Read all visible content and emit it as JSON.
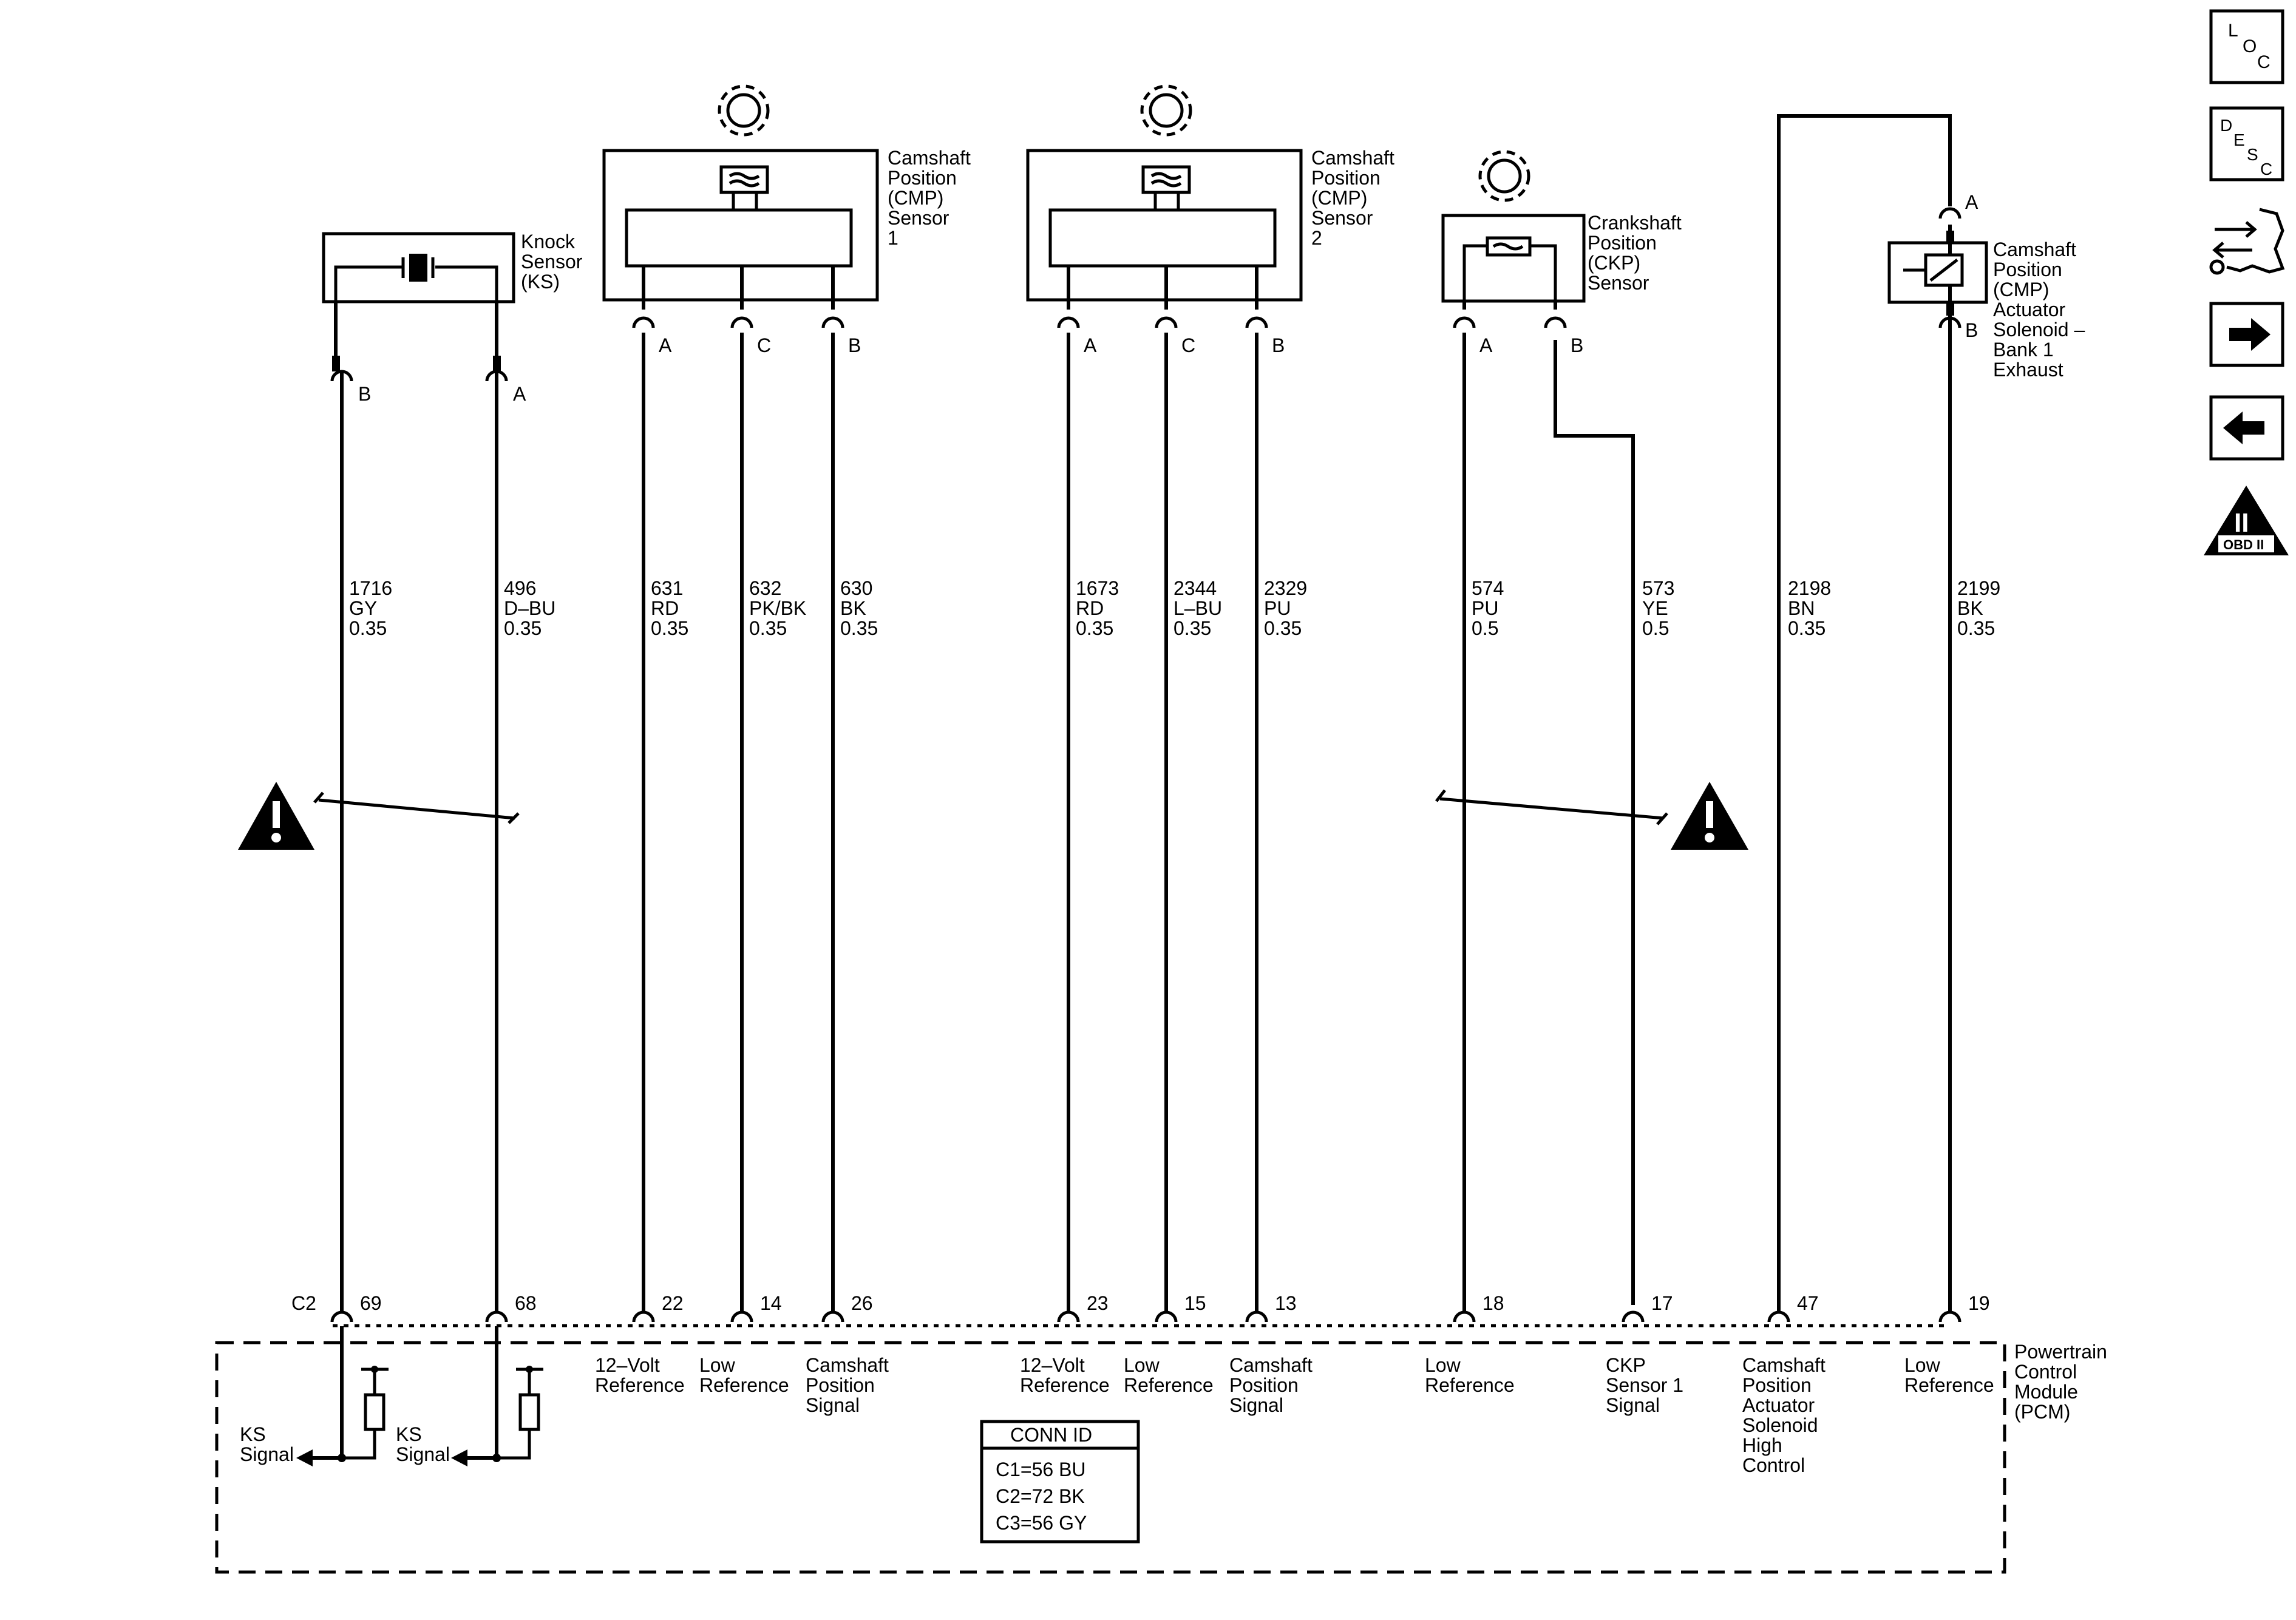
{
  "components": {
    "knock_sensor": {
      "lines": [
        "Knock",
        "Sensor",
        "(KS)"
      ]
    },
    "cmp1": {
      "lines": [
        "Camshaft",
        "Position",
        "(CMP)",
        "Sensor",
        "1"
      ]
    },
    "cmp2": {
      "lines": [
        "Camshaft",
        "Position",
        "(CMP)",
        "Sensor",
        "2"
      ]
    },
    "ckp": {
      "lines": [
        "Crankshaft",
        "Position",
        "(CKP)",
        "Sensor"
      ]
    },
    "actuator": {
      "lines": [
        "Camshaft",
        "Position",
        "(CMP)",
        "Actuator",
        "Solenoid –",
        "Bank 1",
        "Exhaust"
      ]
    },
    "pcm": {
      "lines": [
        "Powertrain",
        "Control",
        "Module",
        "(PCM)"
      ]
    }
  },
  "wires": [
    {
      "id": "ks-b",
      "pin": "B",
      "circuit": "1716",
      "color": "GY",
      "gauge": "0.35",
      "pcm_pin": "69",
      "label": []
    },
    {
      "id": "ks-a",
      "pin": "A",
      "circuit": "496",
      "color": "D–BU",
      "gauge": "0.35",
      "pcm_pin": "68",
      "label": []
    },
    {
      "id": "cmp1-a",
      "pin": "A",
      "circuit": "631",
      "color": "RD",
      "gauge": "0.35",
      "pcm_pin": "22",
      "label": [
        "12–Volt",
        "Reference"
      ]
    },
    {
      "id": "cmp1-c",
      "pin": "C",
      "circuit": "632",
      "color": "PK/BK",
      "gauge": "0.35",
      "pcm_pin": "14",
      "label": [
        "Low",
        "Reference"
      ]
    },
    {
      "id": "cmp1-b",
      "pin": "B",
      "circuit": "630",
      "color": "BK",
      "gauge": "0.35",
      "pcm_pin": "26",
      "label": [
        "Camshaft",
        "Position",
        "Signal"
      ]
    },
    {
      "id": "cmp2-a",
      "pin": "A",
      "circuit": "1673",
      "color": "RD",
      "gauge": "0.35",
      "pcm_pin": "23",
      "label": [
        "12–Volt",
        "Reference"
      ]
    },
    {
      "id": "cmp2-c",
      "pin": "C",
      "circuit": "2344",
      "color": "L–BU",
      "gauge": "0.35",
      "pcm_pin": "15",
      "label": [
        "Low",
        "Reference"
      ]
    },
    {
      "id": "cmp2-b",
      "pin": "B",
      "circuit": "2329",
      "color": "PU",
      "gauge": "0.35",
      "pcm_pin": "13",
      "label": [
        "Camshaft",
        "Position",
        "Signal"
      ]
    },
    {
      "id": "ckp-a",
      "pin": "A",
      "circuit": "574",
      "color": "PU",
      "gauge": "0.5",
      "pcm_pin": "18",
      "label": [
        "Low",
        "Reference"
      ]
    },
    {
      "id": "ckp-b",
      "pin": "B",
      "circuit": "573",
      "color": "YE",
      "gauge": "0.5",
      "pcm_pin": "17",
      "label": [
        "CKP",
        "Sensor 1",
        "Signal"
      ]
    },
    {
      "id": "act-a",
      "pin": "A",
      "circuit": "2198",
      "color": "BN",
      "gauge": "0.35",
      "pcm_pin": "47",
      "label": [
        "Camshaft",
        "Position",
        "Actuator",
        "Solenoid",
        "High",
        "Control"
      ]
    },
    {
      "id": "act-b",
      "pin": "B",
      "circuit": "2199",
      "color": "BK",
      "gauge": "0.35",
      "pcm_pin": "19",
      "label": [
        "Low",
        "Reference"
      ]
    }
  ],
  "connector_c2": "C2",
  "ks_signal": [
    "KS",
    "Signal"
  ],
  "conn_id": {
    "title": "CONN ID",
    "rows": [
      "C1=56 BU",
      "C2=72 BK",
      "C3=56 GY"
    ]
  },
  "side_icons": {
    "loc": [
      "L",
      "O",
      "C"
    ],
    "desc": [
      "D",
      "E",
      "S",
      "C"
    ],
    "obd": {
      "numeral": "II",
      "caption": "OBD II"
    }
  }
}
